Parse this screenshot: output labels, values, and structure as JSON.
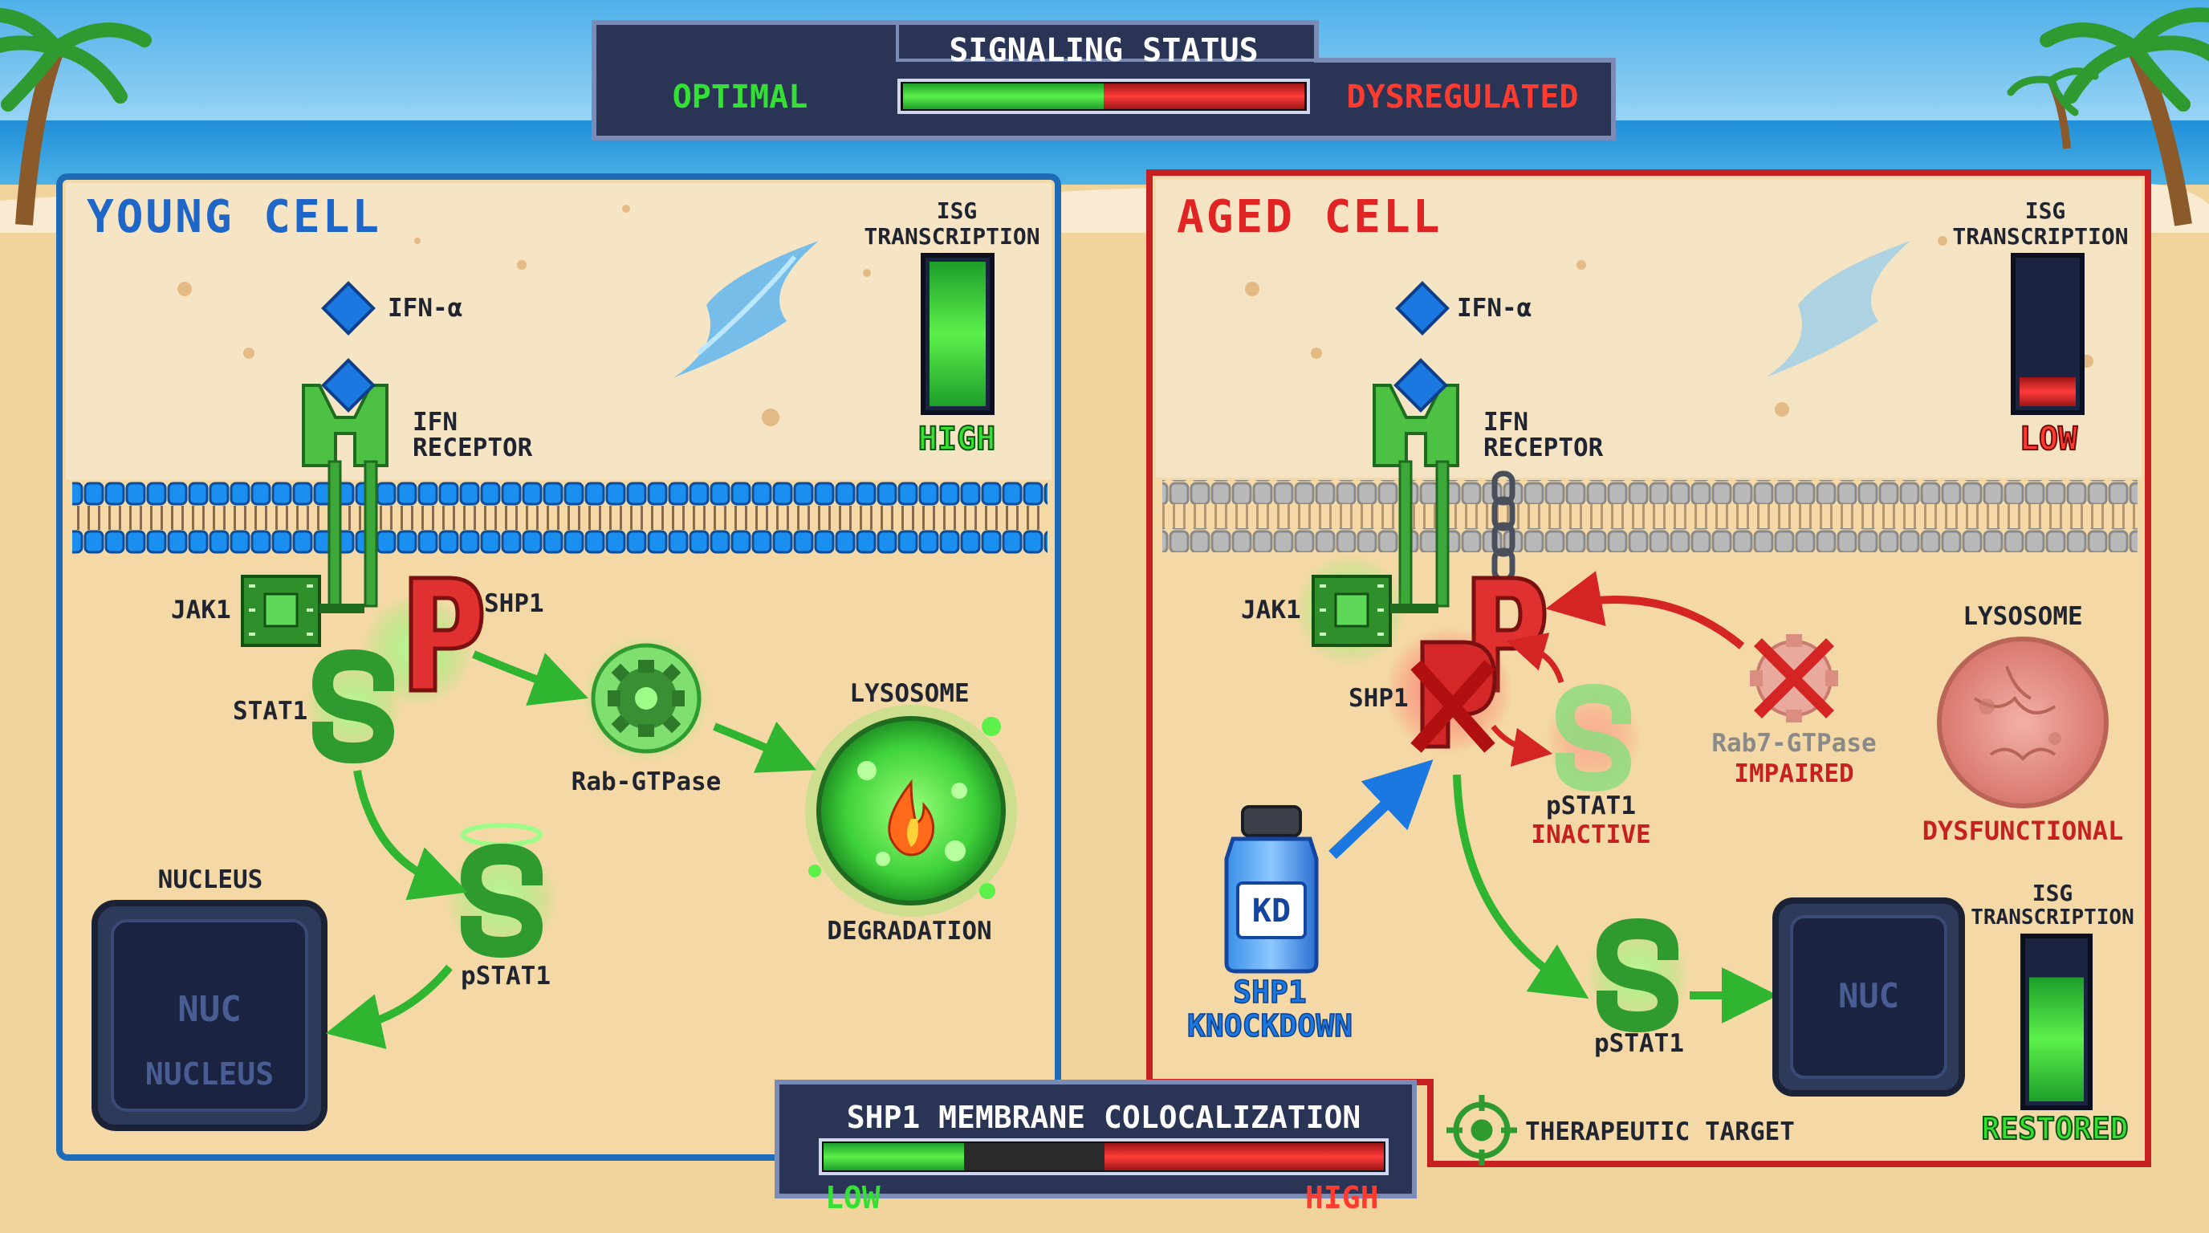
{
  "status_bar": {
    "title": "SIGNALING STATUS",
    "left_label": "OPTIMAL",
    "right_label": "DYSREGULATED",
    "colors": {
      "optimal": "#35e035",
      "dysregulated": "#ff3b30"
    }
  },
  "young_cell": {
    "title": "YOUNG CELL",
    "ifn_alpha": "IFN-α",
    "ifn_receptor": [
      "IFN",
      "RECEPTOR"
    ],
    "isg": {
      "label": [
        "ISG",
        "TRANSCRIPTION"
      ],
      "level_text": "HIGH",
      "level": 1.0
    },
    "jak1": "JAK1",
    "shp1": "SHP1",
    "stat1": "STAT1",
    "rab": "Rab-GTPase",
    "lysosome": "LYSOSOME",
    "degradation": "DEGRADATION",
    "nucleus": "NUCLEUS",
    "nuc_inner": "NUC",
    "nuc_sub": "NUCLEUS",
    "pstat1": "pSTAT1",
    "colors": {
      "title": "#1e66c8",
      "membrane": "#1a8ff0"
    }
  },
  "aged_cell": {
    "title": "AGED CELL",
    "ifn_alpha": "IFN-α",
    "ifn_receptor": [
      "IFN",
      "RECEPTOR"
    ],
    "isg": {
      "label": [
        "ISG",
        "TRANSCRIPTION"
      ],
      "level_text": "LOW",
      "level": 0.2
    },
    "jak1": "JAK1",
    "shp1": "SHP1",
    "lysosome": "LYSOSOME",
    "lysosome_state": "DYSFUNCTIONAL",
    "rab7": "Rab7-GTPase",
    "rab7_state": "IMPAIRED",
    "pstat1_inactive": "pSTAT1",
    "inactive": "INACTIVE",
    "kd_badge": "KD",
    "knockdown": [
      "SHP1",
      "KNOCKDOWN"
    ],
    "pstat1": "pSTAT1",
    "nuc_inner": "NUC",
    "isg2": {
      "label": [
        "ISG",
        "TRANSCRIPTION"
      ],
      "level_text": "RESTORED",
      "level": 0.78
    },
    "therapeutic": "THERAPEUTIC TARGET",
    "colors": {
      "title": "#e02424",
      "membrane": "#a9a9a9"
    }
  },
  "coloc_bar": {
    "title": "SHP1 MEMBRANE COLOCALIZATION",
    "left_label": "LOW",
    "right_label": "HIGH"
  }
}
